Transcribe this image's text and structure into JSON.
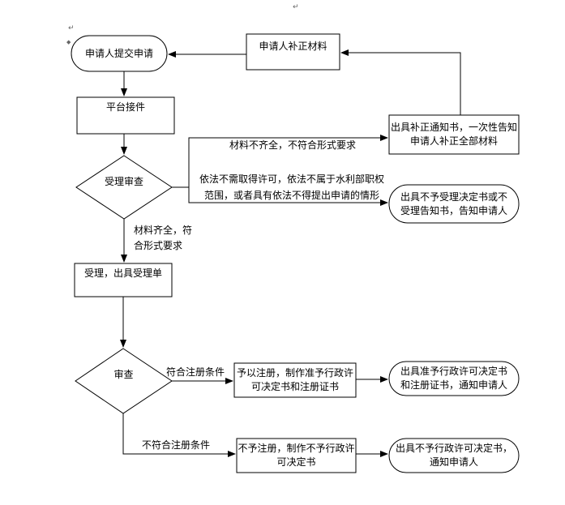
{
  "nodes": {
    "submit": "申请人提交申请",
    "supplement": "申请人补正材料",
    "receive": "平台接件",
    "correction_notice": [
      "出具补正通知书，一次性告知",
      "申请人补正全部材料"
    ],
    "acceptance_review": "受理审查",
    "reject_notice": [
      "出具不予受理决定书或不",
      "受理告知书，告知申请人"
    ],
    "accept": "受理，出具受理单",
    "review": "审查",
    "grant_register": [
      "予以注册，制作准予行政许",
      "可决定书和注册证书"
    ],
    "grant_decision": [
      "出具准予行政许可决定书",
      "和注册证书，通知申请人"
    ],
    "deny_register": [
      "不予注册，制作不予行政许",
      "可决定书"
    ],
    "deny_decision": [
      "出具不予行政许可决定书，",
      "通知申请人"
    ]
  },
  "edge_labels": {
    "incomplete": "材料不齐全，不符合形式要求",
    "not_required": [
      "依法不需取得许可，依法不属于水利部职权",
      "范围，或者具有依法不得提出申请的情形"
    ],
    "complete": [
      "材料齐全，符",
      "合形式要求"
    ],
    "meets": "符合注册条件",
    "not_meets": "不符合注册条件"
  },
  "marks": {
    "paragraph": "↵",
    "bullet": "◆"
  }
}
